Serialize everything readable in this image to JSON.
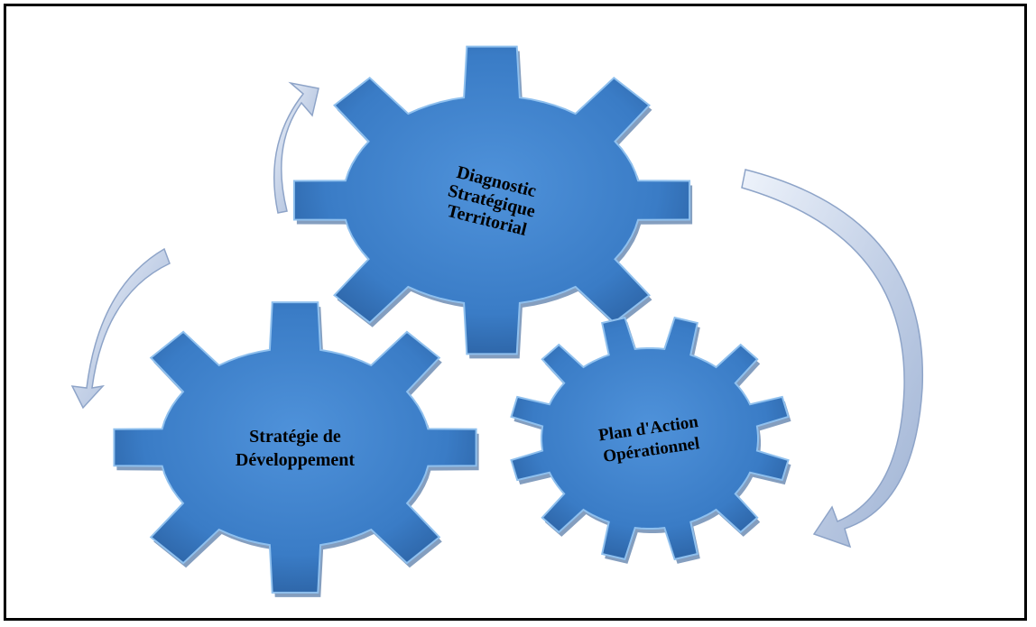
{
  "diagram": {
    "gears": [
      {
        "id": "diagnostic",
        "lines": [
          "Diagnostic",
          "Stratégique",
          "Territorial"
        ]
      },
      {
        "id": "strategie",
        "lines": [
          "Stratégie de",
          "Développement"
        ]
      },
      {
        "id": "plan",
        "lines": [
          "Plan d'Action",
          "Opérationnel"
        ]
      }
    ],
    "arrows": [
      {
        "id": "arrow-strategie-to-diagnostic"
      },
      {
        "id": "arrow-diagnostic-to-plan"
      },
      {
        "id": "arrow-to-strategie"
      }
    ]
  },
  "colors": {
    "gear_fill": "#3b7ec8",
    "gear_dark": "#1f4f8a",
    "gear_light": "#8fc0ee",
    "arrow_fill": "#c9d5ea",
    "arrow_edge": "#8ea4c8",
    "frame": "#000000"
  }
}
